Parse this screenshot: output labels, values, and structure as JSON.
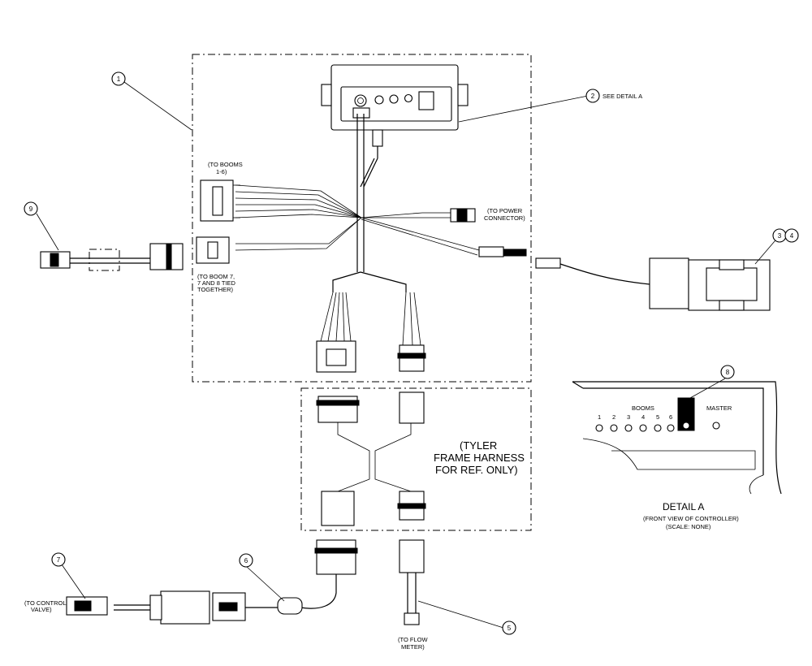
{
  "callouts": {
    "c1": "1",
    "c2": "2",
    "c2_text": "SEE DETAIL A",
    "c3": "3",
    "c4": "4",
    "c5": "5",
    "c6": "6",
    "c7": "7",
    "c8": "8",
    "c9": "9"
  },
  "labels": {
    "to_booms_1": "(TO BOOMS",
    "to_booms_2": "1-6)",
    "to_power_1": "(TO POWER",
    "to_power_2": "CONNECTOR)",
    "to_boom7_1": "(TO BOOM 7,",
    "to_boom7_2": "7 AND 8 TIED",
    "to_boom7_3": "TOGETHER)",
    "tyler_1": "(TYLER",
    "tyler_2": "FRAME HARNESS",
    "tyler_3": "FOR REF. ONLY)",
    "to_control_1": "(TO CONTROL",
    "to_control_2": "VALVE)",
    "to_flow_1": "(TO FLOW",
    "to_flow_2": "METER)"
  },
  "detail_a": {
    "booms_label": "BOOMS",
    "master_label": "MASTER",
    "boom_numbers": [
      "1",
      "2",
      "3",
      "4",
      "5",
      "6"
    ],
    "title": "DETAIL A",
    "subtitle": "(FRONT VIEW OF CONTROLLER)",
    "scale": "(SCALE: NONE)"
  }
}
